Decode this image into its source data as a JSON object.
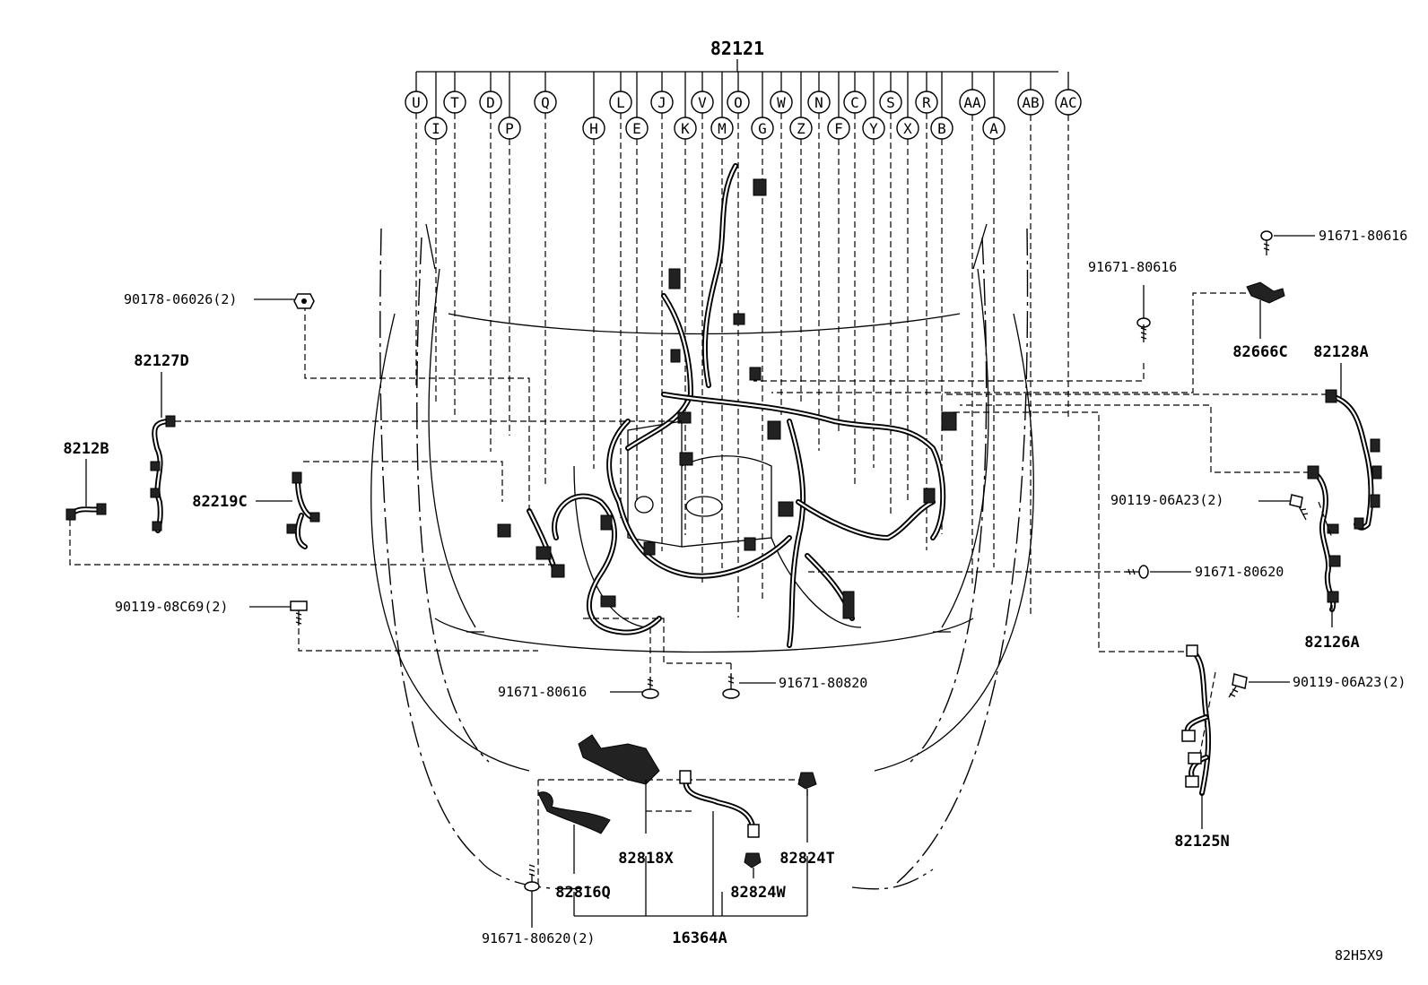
{
  "diagram": {
    "main_part": "82121",
    "top_connectors": [
      "U",
      "T",
      "D",
      "Q",
      "L",
      "J",
      "V",
      "O",
      "W",
      "N",
      "C",
      "S",
      "R",
      "AA",
      "AB",
      "AC"
    ],
    "bottom_connectors": [
      "I",
      "P",
      "H",
      "E",
      "K",
      "M",
      "G",
      "Z",
      "F",
      "Y",
      "X",
      "B",
      "A"
    ],
    "parts": {
      "p82127D": "82127D",
      "p8212B": "8212B",
      "p82219C": "82219C",
      "p82128A": "82128A",
      "p82666C": "82666C",
      "p82126A": "82126A",
      "p82125N": "82125N",
      "p82818X": "82818X",
      "p82816Q": "82816Q",
      "p82824T": "82824T",
      "p82824W": "82824W",
      "p16364A": "16364A"
    },
    "fasteners": {
      "f1": "90178-06026(2)",
      "f2": "90119-08C69(2)",
      "f3": "91671-80616",
      "f4": "91671-80820",
      "f5": "91671-80616",
      "f6": "91671-80616",
      "f7": "90119-06A23(2)",
      "f8": "91671-80620",
      "f9": "90119-06A23(2)",
      "f10": "91671-80620(2)"
    },
    "illustration_code": "82H5X9"
  }
}
